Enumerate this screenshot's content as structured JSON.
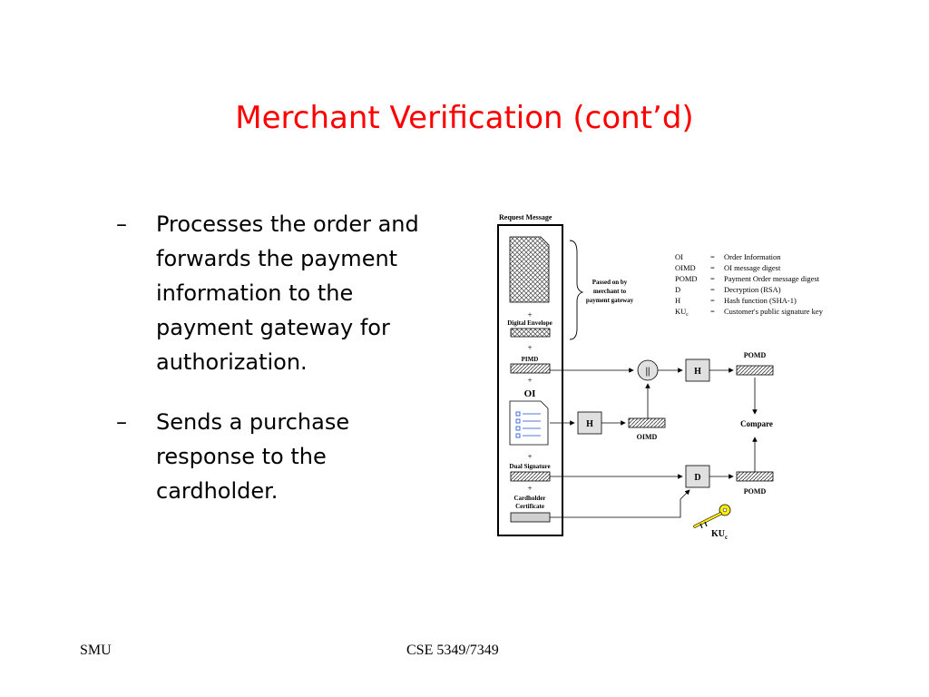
{
  "slide": {
    "title": "Merchant Verification (cont’d)",
    "bullet_marker": "–",
    "bullets": [
      "Processes the order and forwards the payment information to the payment gateway for authorization.",
      "Sends a purchase response to the cardholder."
    ],
    "footer_left": "SMU",
    "footer_center": "CSE 5349/7349"
  },
  "diagram": {
    "request_message_label": "Request Message",
    "plus": "+",
    "digital_envelope_label": "Digital Envelope",
    "pimd_label": "PIMD",
    "oi_label": "OI",
    "dual_signature_label": "Dual Signature",
    "cardholder_label": "Cardholder",
    "certificate_label": "Certificate",
    "passed_on_lines": [
      "Passed on by",
      "merchant to",
      "payment gateway"
    ],
    "concat_symbol": "||",
    "hash_box_label": "H",
    "decrypt_box_label": "D",
    "pomd_label": "POMD",
    "oimd_label": "OIMD",
    "compare_label": "Compare",
    "key_label": "KU",
    "key_subscript": "c",
    "legend": [
      {
        "abbr": "OI",
        "eq": "=",
        "desc": "Order Information"
      },
      {
        "abbr": "OIMD",
        "eq": "=",
        "desc": "OI message digest"
      },
      {
        "abbr": "POMD",
        "eq": "=",
        "desc": "Payment Order message digest"
      },
      {
        "abbr": "D",
        "eq": "=",
        "desc": "Decryption (RSA)"
      },
      {
        "abbr": "H",
        "eq": "=",
        "desc": "Hash function (SHA-1)"
      },
      {
        "abbr": "KU",
        "sub": "c",
        "eq": "=",
        "desc": "Customer's public signature key"
      }
    ],
    "colors": {
      "title": "#ff0000",
      "box_fill": "#e0e0e0",
      "key": "#ffee00",
      "hatch": "#555555"
    }
  }
}
